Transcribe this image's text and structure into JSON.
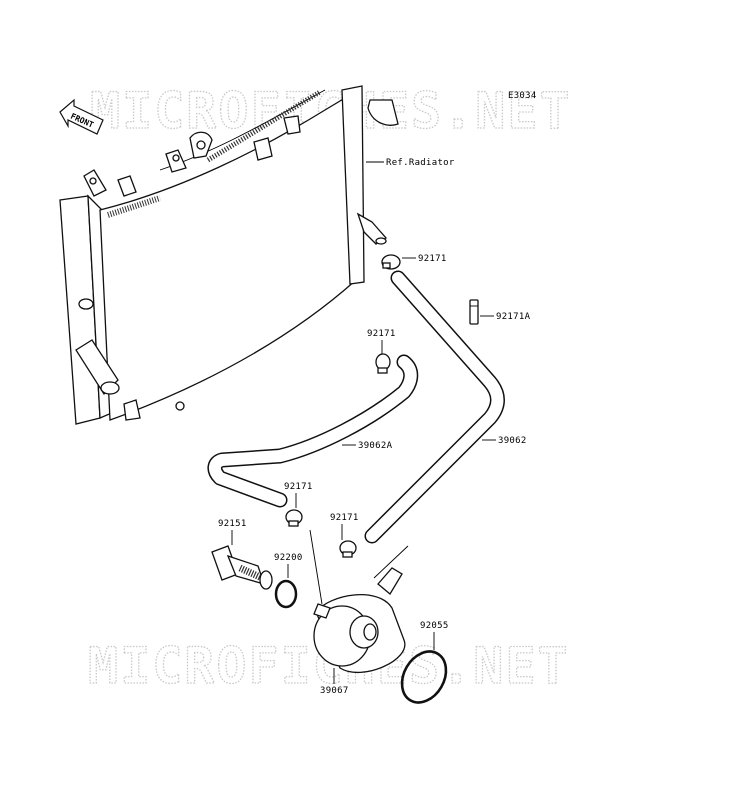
{
  "diagram_code": "E3034",
  "reference_label": "Ref.Radiator",
  "front_label": "FRONT",
  "watermark": "MICROFICHES.NET",
  "parts": {
    "clamp_upper": "92171",
    "clip": "92171A",
    "clamp_mid": "92171",
    "hose_a": "39062A",
    "hose_main": "39062",
    "clamp_lower_left": "92171",
    "clamp_lower_right": "92171",
    "bolt": "92151",
    "gasket": "92200",
    "oring": "92055",
    "oil_cooler": "39067"
  }
}
